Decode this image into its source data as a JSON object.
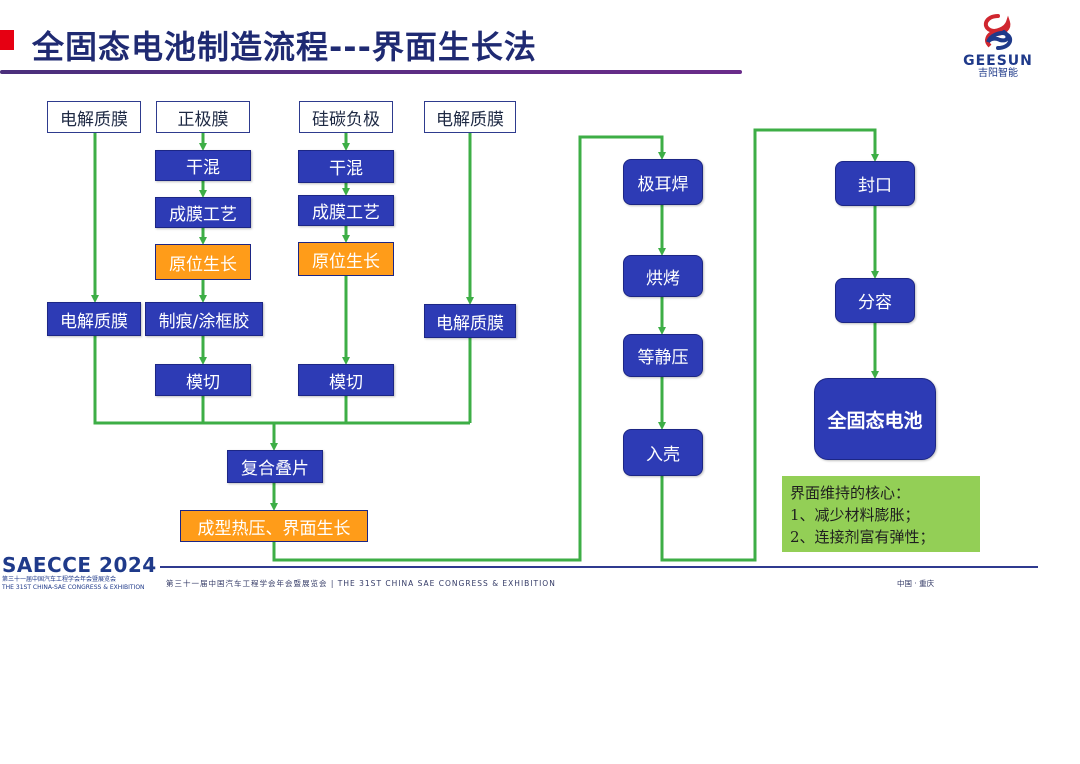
{
  "slide": {
    "title": "全固态电池制造流程---界面生长法",
    "brand": {
      "name": "GEESUN",
      "subname": "吉阳智能"
    },
    "footer": {
      "conference_name": "SAECCE 2024",
      "conference_line1": "第三十一届中国汽车工程学会年会暨展览会",
      "conference_line2": "THE 31ST CHINA-SAE CONGRESS & EXHIBITION",
      "center_text": "第三十一届中国汽车工程学会年会暨展览会 | THE 31ST CHINA SAE CONGRESS & EXHIBITION",
      "location": "中国 · 重庆"
    }
  },
  "diagram": {
    "columns": {
      "electrolyte_left": {
        "head": "电解质膜",
        "mid": "电解质膜"
      },
      "cathode": {
        "head": "正极膜",
        "steps": [
          "干混",
          "成膜工艺",
          "原位生长",
          "制痕/涂框胶",
          "模切"
        ]
      },
      "anode": {
        "head": "硅碳负极",
        "steps": [
          "干混",
          "成膜工艺",
          "原位生长",
          "模切"
        ]
      },
      "electrolyte_right": {
        "head": "电解质膜",
        "mid": "电解质膜"
      }
    },
    "assembly": [
      "复合叠片",
      "成型热压、界面生长"
    ],
    "process_mid": [
      "极耳焊",
      "烘烤",
      "等静压",
      "入壳"
    ],
    "process_right": [
      "封口",
      "分容",
      "全固态电池"
    ],
    "note": {
      "title": "界面维持的核心：",
      "lines": [
        "1、减少材料膨胀；",
        "2、连接剂富有弹性；"
      ]
    }
  },
  "colors": {
    "title": "#1f2a72",
    "node_blue": "#2d3bb5",
    "node_orange": "#ff9c19",
    "connector_green": "#3dae46",
    "note_green": "#93cf56",
    "accent_red": "#e60012"
  }
}
